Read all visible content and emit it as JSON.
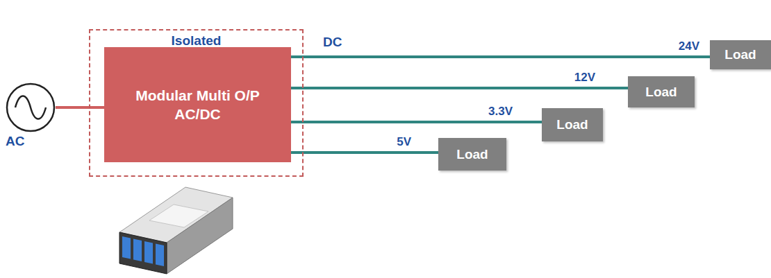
{
  "diagram": {
    "nodes": [
      {
        "text": [
          "AC"
        ]
      },
      {
        "text": [
          "Isolated"
        ]
      },
      {
        "text": [
          "Modular Multi O/P AC/DC"
        ],
        "in": 1
      },
      {
        "text": [
          "Load"
        ]
      },
      {
        "text": [
          "Load"
        ]
      },
      {
        "text": [
          "Load"
        ]
      },
      {
        "text": [
          "Load"
        ]
      }
    ],
    "edges": [
      {
        "from": 0,
        "to": 2,
        "arrow": "none"
      },
      {
        "from": 2,
        "to": 3,
        "label": "24V",
        "arrow": "none"
      },
      {
        "from": 2,
        "to": 4,
        "label": "12V",
        "arrow": "none"
      },
      {
        "from": 2,
        "to": 5,
        "label": "3.3V",
        "arrow": "none"
      },
      {
        "from": 2,
        "to": 6,
        "label": "5V",
        "arrow": "none"
      }
    ],
    "labels": [
      "DC"
    ]
  }
}
